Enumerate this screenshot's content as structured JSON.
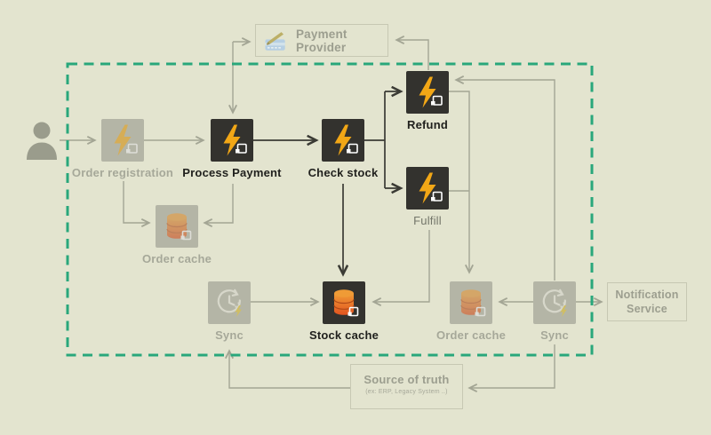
{
  "colors": {
    "page_bg": "#e3e4cf",
    "boundary_teal": "#29a77b",
    "dark_box": "#33322e",
    "bolt_yellow": "#f2a716",
    "db_orange_top": "#ef9b36",
    "db_orange_bottom": "#e2531f",
    "faded_box_gray": "#b4b5a6",
    "line_gray": "#a3a594",
    "line_dark": "#3b3b35",
    "label_dark": "#21211e",
    "label_gray": "#a6a899",
    "label_mid": "#74766a",
    "external_border": "#c7c8b3",
    "external_text": "#9c9e8f"
  },
  "nodes": {
    "order_registration": "Order registration",
    "process_payment": "Process Payment",
    "check_stock": "Check stock",
    "refund": "Refund",
    "fulfill": "Fulfill",
    "order_cache_left": "Order cache",
    "sync_left": "Sync",
    "stock_cache": "Stock cache",
    "order_cache_right": "Order cache",
    "sync_right": "Sync"
  },
  "external": {
    "payment_provider": "Payment Provider",
    "notification_line1": "Notification",
    "notification_line2": "Service",
    "source_of_truth_title": "Source of truth",
    "source_of_truth_subtitle": "(ex: ERP, Legacy System ..)"
  }
}
